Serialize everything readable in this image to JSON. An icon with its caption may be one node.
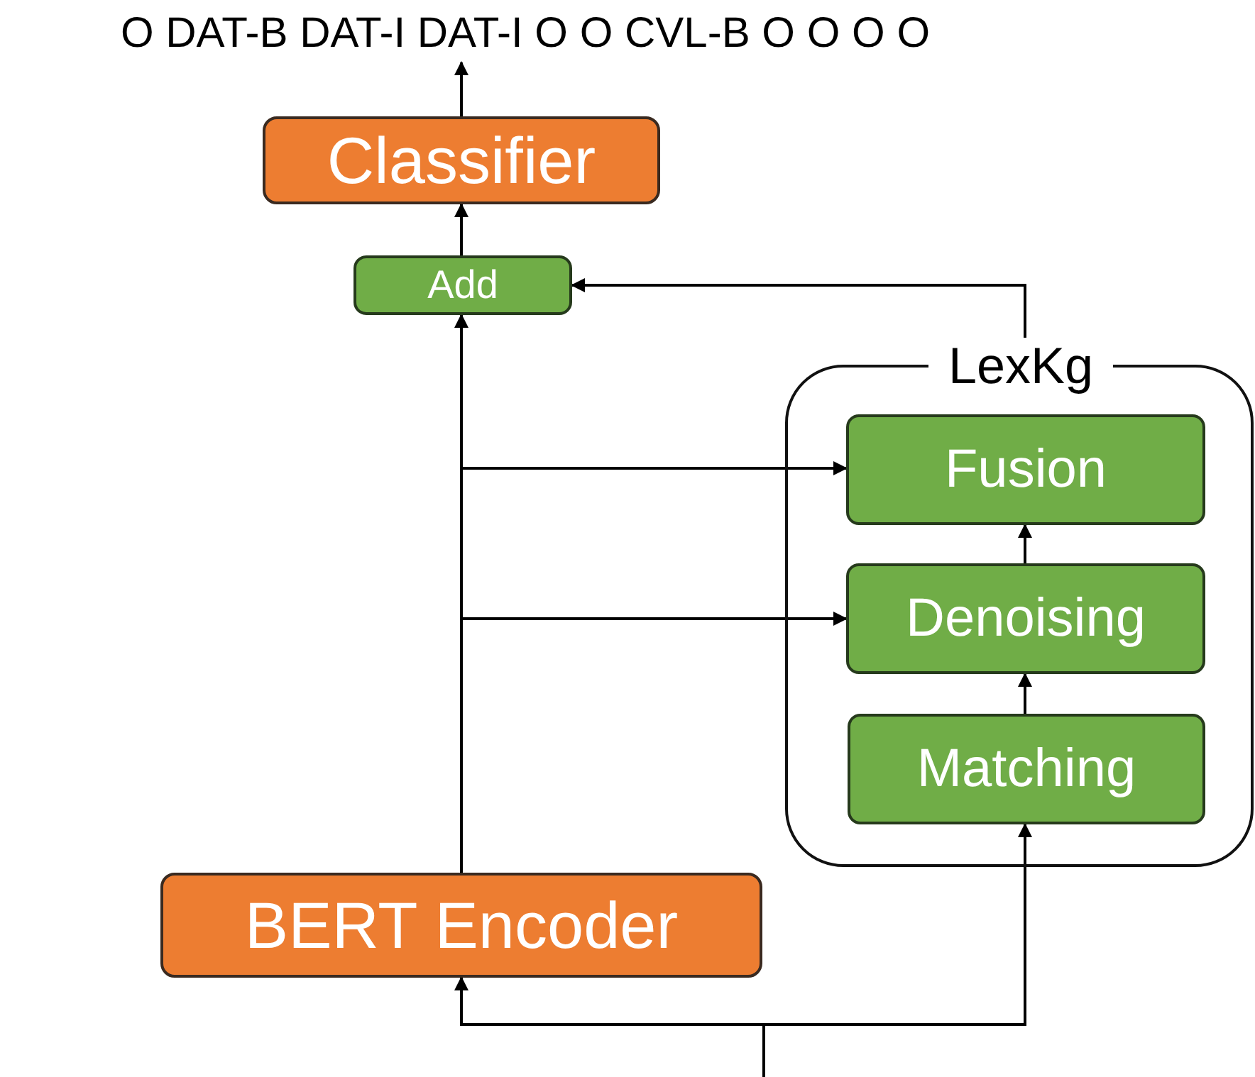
{
  "diagram": {
    "nodes": [
      {
        "text": [
          "O DAT-B DAT-I DAT-I O O CVL-B O O O O"
        ]
      },
      {
        "text": [
          "Classifier"
        ]
      },
      {
        "text": [
          "Add"
        ]
      },
      {
        "text": [
          "LexKg"
        ]
      },
      {
        "text": [
          "Fusion"
        ],
        "in": 3
      },
      {
        "text": [
          "Denoising"
        ],
        "in": 3
      },
      {
        "text": [
          "Matching"
        ],
        "in": 3
      },
      {
        "text": [
          "BERT Encoder"
        ]
      }
    ],
    "edges": [
      {
        "from": 1,
        "to": 0,
        "arrow": "to"
      },
      {
        "from": 2,
        "to": 1,
        "arrow": "to"
      },
      {
        "from": 3,
        "to": 2,
        "arrow": "to"
      },
      {
        "from": 7,
        "to": 2,
        "arrow": "to"
      },
      {
        "from": 7,
        "to": 4,
        "arrow": "to"
      },
      {
        "from": 7,
        "to": 5,
        "arrow": "to"
      },
      {
        "from": 6,
        "to": 5,
        "arrow": "to"
      },
      {
        "from": 5,
        "to": 4,
        "arrow": "to"
      },
      {
        "from": null,
        "to": 7,
        "arrow": "to"
      },
      {
        "from": null,
        "to": 6,
        "arrow": "to"
      }
    ]
  }
}
